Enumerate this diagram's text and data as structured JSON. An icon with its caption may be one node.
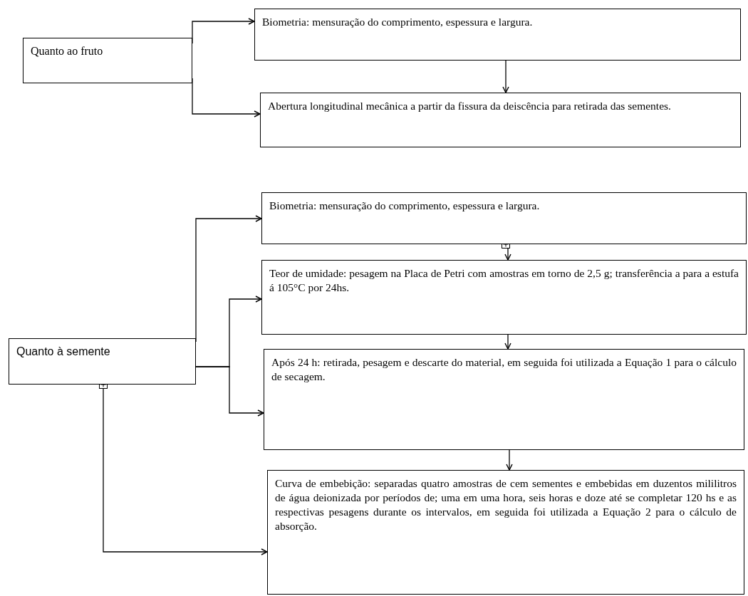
{
  "diagram": {
    "nodes": [
      {
        "text": [
          "Quanto ao fruto"
        ]
      },
      {
        "text": [
          "Biometria: mensuração do comprimento, espessura e largura."
        ]
      },
      {
        "text": [
          "Abertura longitudinal mecânica a partir da fissura da deiscência para retirada das sementes."
        ]
      },
      {
        "text": [
          "Quanto à semente"
        ]
      },
      {
        "text": [
          "Biometria: mensuração do comprimento, espessura e largura."
        ]
      },
      {
        "text": [
          "Teor de umidade: pesagem na Placa de Petri com amostras em torno de 2,5 g; transferência a para a estufa á 105°C por 24hs."
        ]
      },
      {
        "text": [
          "Após 24 h: retirada, pesagem e descarte do material, em seguida foi utilizada a Equação 1 para o cálculo de secagem."
        ]
      },
      {
        "text": [
          "Curva de embebição: separadas quatro amostras de cem sementes e embebidas em duzentos mililitros de água deionizada por períodos de; uma em uma hora, seis horas e doze até se completar 120 hs e as respectivas pesagens durante os intervalos, em seguida foi utilizada a Equação 2 para o cálculo de absorção."
        ]
      }
    ],
    "edges": [
      {
        "from": 0,
        "to": 1,
        "arrow": "to"
      },
      {
        "from": 0,
        "to": 2,
        "arrow": "to"
      },
      {
        "from": 1,
        "to": 2,
        "arrow": "to"
      },
      {
        "from": 3,
        "to": 4,
        "arrow": "to"
      },
      {
        "from": 3,
        "to": 5,
        "arrow": "to"
      },
      {
        "from": 3,
        "to": 6,
        "arrow": "to"
      },
      {
        "from": 4,
        "to": 5,
        "arrow": "to"
      },
      {
        "from": 5,
        "to": 6,
        "arrow": "to"
      },
      {
        "from": 6,
        "to": 7,
        "arrow": "to"
      },
      {
        "from": 3,
        "to": 7,
        "arrow": "to"
      }
    ]
  }
}
